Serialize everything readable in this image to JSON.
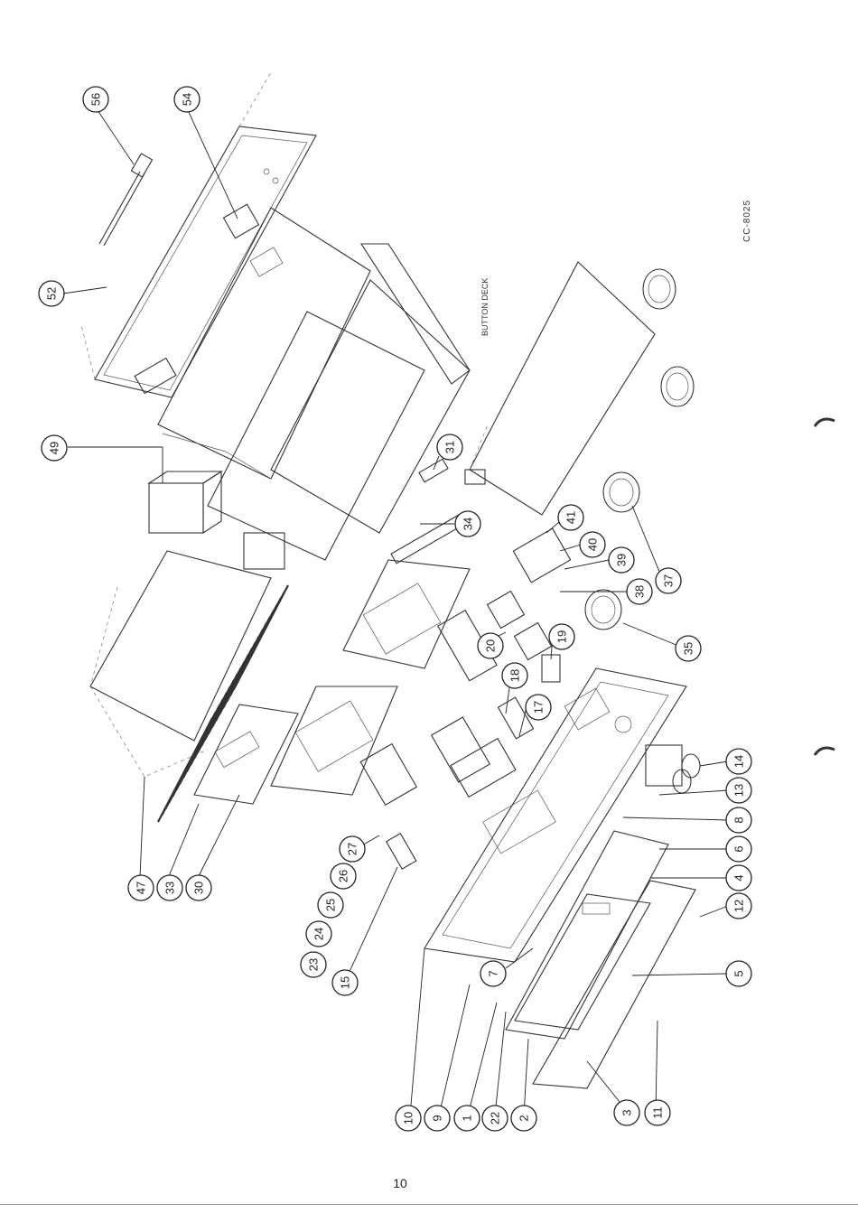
{
  "doc_code": "CC-8025",
  "panel_label": "BUTTON DECK",
  "page_number": "10",
  "callouts": [
    "56",
    "54",
    "52",
    "49",
    "47",
    "33",
    "30",
    "31",
    "34",
    "27",
    "26",
    "25",
    "24",
    "23",
    "15",
    "10",
    "9",
    "1",
    "22",
    "2",
    "3",
    "11",
    "41",
    "40",
    "39",
    "38",
    "37",
    "35",
    "20",
    "19",
    "18",
    "17",
    "7",
    "14",
    "13",
    "8",
    "6",
    "4",
    "12",
    "5"
  ]
}
